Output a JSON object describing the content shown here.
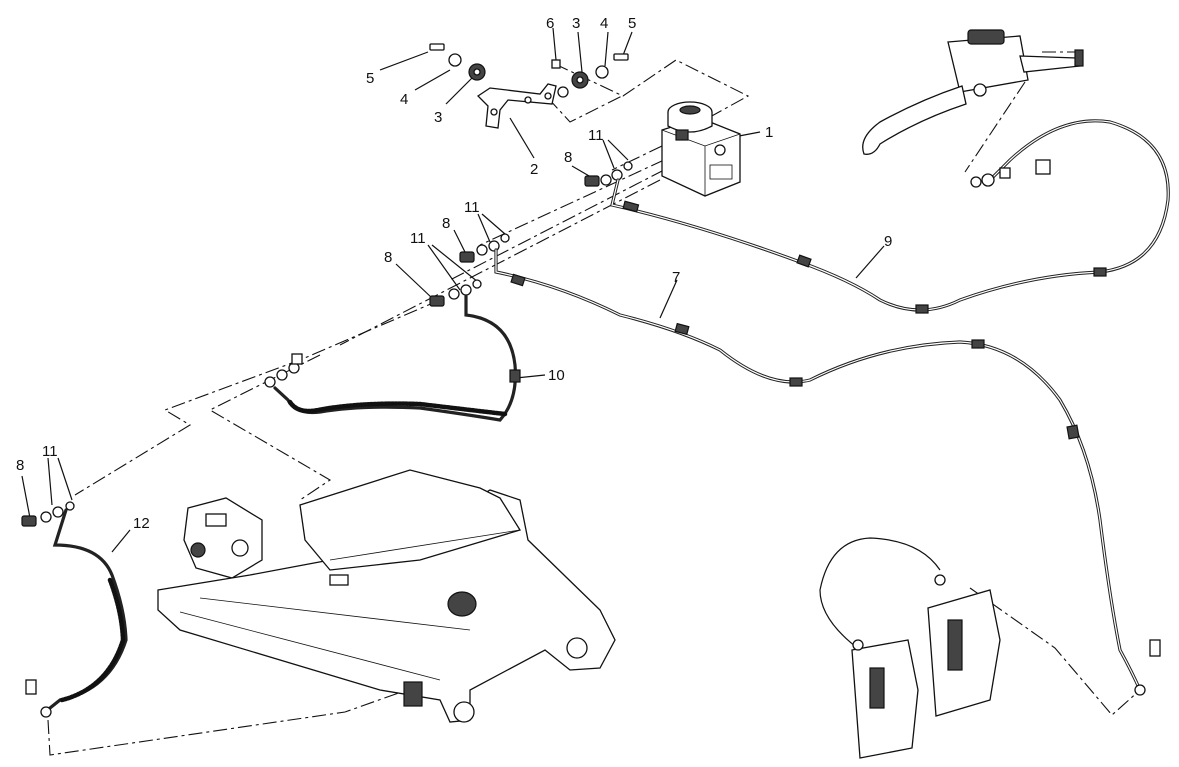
{
  "callouts": {
    "c1": "1",
    "c2": "2",
    "c3a": "3",
    "c3b": "3",
    "c4a": "4",
    "c4b": "4",
    "c5a": "5",
    "c5b": "5",
    "c6": "6",
    "c7": "7",
    "c8a": "8",
    "c8b": "8",
    "c8c": "8",
    "c8d": "8",
    "c9": "9",
    "c10": "10",
    "c11a": "11",
    "c11b": "11",
    "c11c": "11",
    "c11d": "11",
    "c12": "12"
  }
}
